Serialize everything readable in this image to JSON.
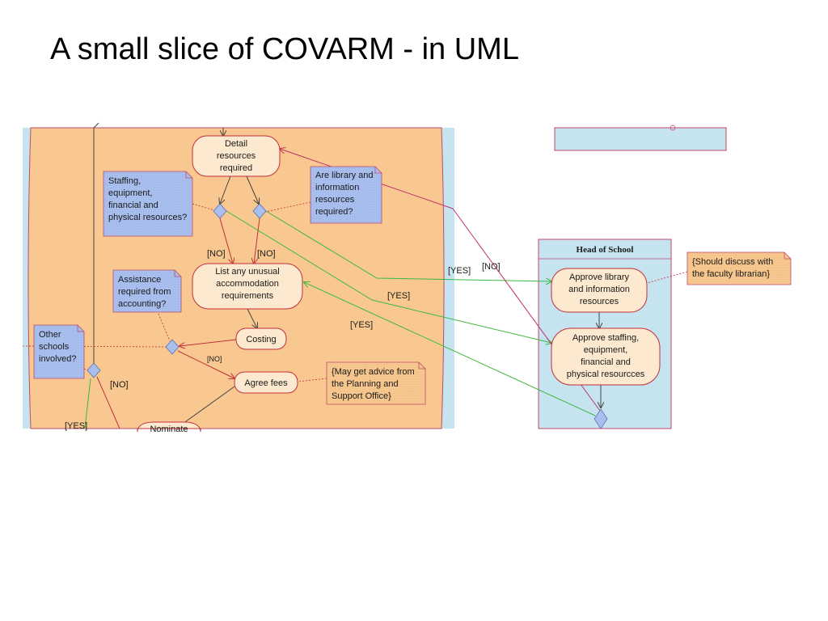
{
  "slide": {
    "title": "A small slice of COVARM - in UML"
  },
  "swimlane_right": {
    "header": "Head of School"
  },
  "activities": {
    "detail_resources": [
      "Detail",
      "resources",
      "required"
    ],
    "list_unusual": [
      "List any unusual",
      "accommodation",
      "requirements"
    ],
    "costing": [
      "Costing"
    ],
    "agree_fees": [
      "Agree fees"
    ],
    "nominate": [
      "Nominate"
    ],
    "approve_library": [
      "Approve library",
      "and information",
      "resources"
    ],
    "approve_staffing": [
      "Approve staffing,",
      "equipment,",
      "financial and",
      "physical resourcces"
    ]
  },
  "notes": {
    "staffing_question": [
      "Staffing,",
      "equipment,",
      "financial and",
      "physical resources?"
    ],
    "library_question": [
      "Are library and",
      "information",
      "resources",
      "required?"
    ],
    "assistance_question": [
      "Assistance",
      "required from",
      "accounting?"
    ],
    "other_schools_question": [
      "Other",
      "schools",
      "involved?"
    ],
    "planning_advice": [
      "{May get advice from",
      "the Planning and",
      "Support Office}"
    ],
    "librarian_note": [
      "{Should discuss with",
      "the faculty librarian}"
    ]
  },
  "guards": {
    "no_1": "[NO]",
    "no_2": "[NO]",
    "no_3": "[NO]",
    "no_4": "[NO]",
    "no_5": "[NO]",
    "yes_1": "[YES]",
    "yes_2": "[YES]",
    "yes_3": "[YES]",
    "yes_4": "[YES]"
  },
  "colors": {
    "lane_blue": "#c6e4f0",
    "lane_orange": "#f8c890",
    "activity_fill": "#fde9cf",
    "note_fill": "#a9bfee",
    "note_orange": "#f7c88f",
    "flow_red": "#c0303a",
    "flow_green": "#4ccf4c",
    "flow_dark": "#444444"
  }
}
